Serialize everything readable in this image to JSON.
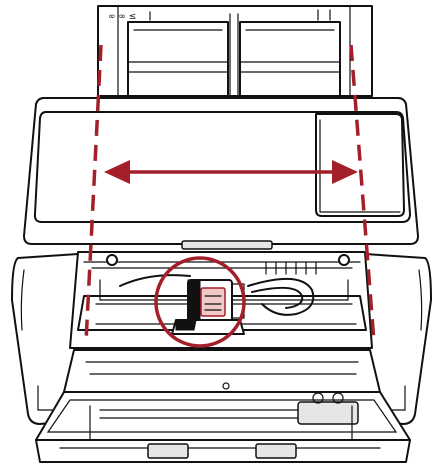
{
  "figure": {
    "tray_marks": "∞ ∞ ≤"
  },
  "colors": {
    "accent": "#a31f2a",
    "highlight": "#f2c9c9",
    "line": "#111111",
    "fill": "#ffffff"
  },
  "icons": {
    "width_arrow": "double-headed-arrow",
    "focus_circle": "highlight-circle",
    "guide_lines": "dashed-guide-lines"
  }
}
